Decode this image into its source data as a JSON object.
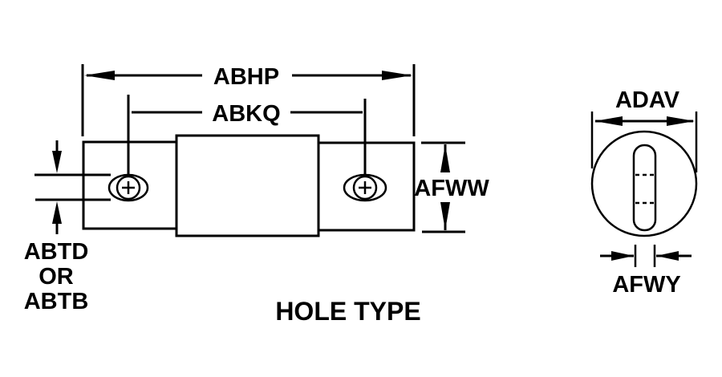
{
  "diagram": {
    "title": "HOLE TYPE",
    "colors": {
      "line": "#000000",
      "background": "#ffffff"
    },
    "side_view": {
      "labels": {
        "overall_length": "ABHP",
        "hole_spacing": "ABKQ",
        "width": "AFWW",
        "hole_size_line1": "ABTD",
        "hole_size_line2": "OR",
        "hole_size_line3": "ABTB"
      }
    },
    "end_view": {
      "labels": {
        "diameter": "ADAV",
        "slot_width": "AFWY"
      }
    }
  }
}
